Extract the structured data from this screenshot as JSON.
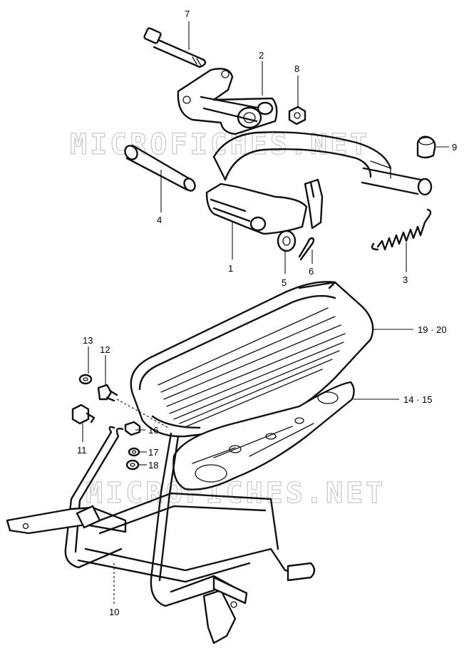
{
  "watermark": "MICROFICHES.NET",
  "callouts": [
    {
      "id": "1",
      "label": "1"
    },
    {
      "id": "2",
      "label": "2"
    },
    {
      "id": "3",
      "label": "3"
    },
    {
      "id": "4",
      "label": "4"
    },
    {
      "id": "5",
      "label": "5"
    },
    {
      "id": "6",
      "label": "6"
    },
    {
      "id": "7",
      "label": "7"
    },
    {
      "id": "8",
      "label": "8"
    },
    {
      "id": "9",
      "label": "9"
    },
    {
      "id": "10",
      "label": "10"
    },
    {
      "id": "11",
      "label": "11"
    },
    {
      "id": "12",
      "label": "12"
    },
    {
      "id": "13",
      "label": "13"
    },
    {
      "id": "14-15",
      "label": "14 · 15"
    },
    {
      "id": "16",
      "label": "16"
    },
    {
      "id": "17",
      "label": "17"
    },
    {
      "id": "18",
      "label": "18"
    },
    {
      "id": "19-20",
      "label": "19 · 20"
    }
  ]
}
